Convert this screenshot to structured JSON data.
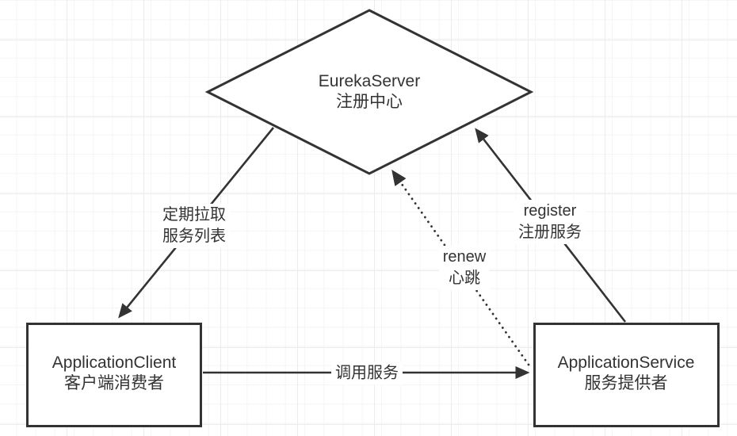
{
  "diagram": {
    "nodes": [
      {
        "id": "eureka-server",
        "shape": "diamond",
        "line1": "EurekaServer",
        "line2": "注册中心"
      },
      {
        "id": "application-client",
        "shape": "rectangle",
        "line1": "ApplicationClient",
        "line2": "客户端消费者"
      },
      {
        "id": "application-service",
        "shape": "rectangle",
        "line1": "ApplicationService",
        "line2": "服务提供者"
      }
    ],
    "edges": [
      {
        "id": "pull-service-list",
        "from": "EurekaServer",
        "to": "ApplicationClient",
        "style": "solid-arrow",
        "line1": "定期拉取",
        "line2": "服务列表"
      },
      {
        "id": "register",
        "from": "ApplicationService",
        "to": "EurekaServer",
        "style": "solid-arrow",
        "line1": "register",
        "line2": "注册服务"
      },
      {
        "id": "renew-heartbeat",
        "from": "ApplicationService",
        "to": "EurekaServer",
        "style": "dotted-arrow",
        "line1": "renew",
        "line2": "心跳"
      },
      {
        "id": "invoke-service",
        "from": "ApplicationClient",
        "to": "ApplicationService",
        "style": "solid-arrow",
        "line1": "调用服务"
      }
    ],
    "colors": {
      "stroke": "#333333",
      "text": "#333333",
      "background": "#ffffff",
      "grid_minor": "#f5f5f5",
      "grid_major": "#ececec"
    }
  }
}
